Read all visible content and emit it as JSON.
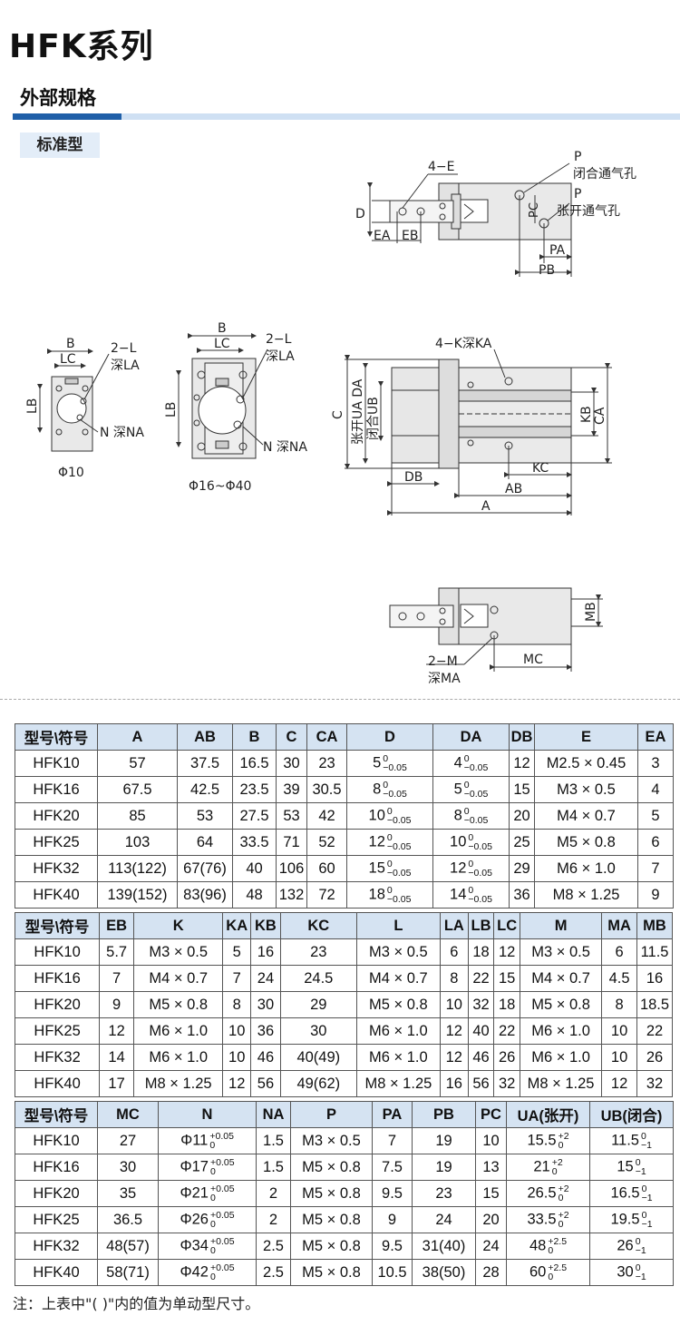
{
  "header": {
    "title": "HFK系列",
    "section": "外部规格",
    "subtitle": "标准型",
    "accent_color": "#1f5fa8",
    "header_bg": "#d5e3f2"
  },
  "drawing": {
    "labels": {
      "d4E": "4−E",
      "D": "D",
      "EA": "EA",
      "EB": "EB",
      "P1": "P",
      "closeVent": "闭合通气孔",
      "P2": "P",
      "openVent": "张开通气孔",
      "PC": "PC",
      "PA": "PA",
      "PB": "PB",
      "B1": "B",
      "LC1": "LC",
      "L2a": "2−L",
      "LA1": "深LA",
      "LB1": "LB",
      "NNA1": "N 深NA",
      "phi10": "Φ10",
      "B2": "B",
      "LC2": "LC",
      "L2b": "2−L",
      "LA2": "深LA",
      "LB2": "LB",
      "NNA2": "N 深NA",
      "phi16_40": "Φ16~Φ40",
      "K4": "4−K深KA",
      "C": "C",
      "UADA": "张开UA DA",
      "UB": "闭合UB",
      "KB": "KB",
      "CA": "CA",
      "DB": "DB",
      "KC": "KC",
      "AB": "AB",
      "A": "A",
      "MB": "MB",
      "M2": "2−M",
      "MA": "深MA",
      "MC": "MC"
    }
  },
  "tables": [
    {
      "headers": [
        "型号\\符号",
        "A",
        "AB",
        "B",
        "C",
        "CA",
        "D",
        "DA",
        "DB",
        "E",
        "EA"
      ],
      "rows": [
        [
          "HFK10",
          "57",
          "37.5",
          "16.5",
          "30",
          "23",
          [
            "5",
            "0",
            "−0.05"
          ],
          [
            "4",
            "0",
            "−0.05"
          ],
          "12",
          "M2.5 × 0.45",
          "3"
        ],
        [
          "HFK16",
          "67.5",
          "42.5",
          "23.5",
          "39",
          "30.5",
          [
            "8",
            "0",
            "−0.05"
          ],
          [
            "5",
            "0",
            "−0.05"
          ],
          "15",
          "M3 × 0.5",
          "4"
        ],
        [
          "HFK20",
          "85",
          "53",
          "27.5",
          "53",
          "42",
          [
            "10",
            "0",
            "−0.05"
          ],
          [
            "8",
            "0",
            "−0.05"
          ],
          "20",
          "M4 × 0.7",
          "5"
        ],
        [
          "HFK25",
          "103",
          "64",
          "33.5",
          "71",
          "52",
          [
            "12",
            "0",
            "−0.05"
          ],
          [
            "10",
            "0",
            "−0.05"
          ],
          "25",
          "M5 × 0.8",
          "6"
        ],
        [
          "HFK32",
          "113(122)",
          "67(76)",
          "40",
          "106",
          "60",
          [
            "15",
            "0",
            "−0.05"
          ],
          [
            "12",
            "0",
            "−0.05"
          ],
          "29",
          "M6 × 1.0",
          "7"
        ],
        [
          "HFK40",
          "139(152)",
          "83(96)",
          "48",
          "132",
          "72",
          [
            "18",
            "0",
            "−0.05"
          ],
          [
            "14",
            "0",
            "−0.05"
          ],
          "36",
          "M8 × 1.25",
          "9"
        ]
      ]
    },
    {
      "headers": [
        "型号\\符号",
        "EB",
        "K",
        "KA",
        "KB",
        "KC",
        "L",
        "LA",
        "LB",
        "LC",
        "M",
        "MA",
        "MB"
      ],
      "rows": [
        [
          "HFK10",
          "5.7",
          "M3 × 0.5",
          "5",
          "16",
          "23",
          "M3 × 0.5",
          "6",
          "18",
          "12",
          "M3 × 0.5",
          "6",
          "11.5"
        ],
        [
          "HFK16",
          "7",
          "M4 × 0.7",
          "7",
          "24",
          "24.5",
          "M4 × 0.7",
          "8",
          "22",
          "15",
          "M4 × 0.7",
          "4.5",
          "16"
        ],
        [
          "HFK20",
          "9",
          "M5 × 0.8",
          "8",
          "30",
          "29",
          "M5 × 0.8",
          "10",
          "32",
          "18",
          "M5 × 0.8",
          "8",
          "18.5"
        ],
        [
          "HFK25",
          "12",
          "M6 × 1.0",
          "10",
          "36",
          "30",
          "M6 × 1.0",
          "12",
          "40",
          "22",
          "M6 × 1.0",
          "10",
          "22"
        ],
        [
          "HFK32",
          "14",
          "M6 × 1.0",
          "10",
          "46",
          "40(49)",
          "M6 × 1.0",
          "12",
          "46",
          "26",
          "M6 × 1.0",
          "10",
          "26"
        ],
        [
          "HFK40",
          "17",
          "M8 × 1.25",
          "12",
          "56",
          "49(62)",
          "M8 × 1.25",
          "16",
          "56",
          "32",
          "M8 × 1.25",
          "12",
          "32"
        ]
      ]
    },
    {
      "headers": [
        "型号\\符号",
        "MC",
        "N",
        "NA",
        "P",
        "PA",
        "PB",
        "PC",
        "UA(张开)",
        "UB(闭合)"
      ],
      "rows": [
        [
          "HFK10",
          "27",
          [
            "Φ11",
            "+0.05",
            "0"
          ],
          "1.5",
          "M3 × 0.5",
          "7",
          "19",
          "10",
          [
            "15.5",
            "+2",
            "0"
          ],
          [
            "11.5",
            "0",
            "−1"
          ]
        ],
        [
          "HFK16",
          "30",
          [
            "Φ17",
            "+0.05",
            "0"
          ],
          "1.5",
          "M5 × 0.8",
          "7.5",
          "19",
          "13",
          [
            "21",
            "+2",
            "0"
          ],
          [
            "15",
            "0",
            "−1"
          ]
        ],
        [
          "HFK20",
          "35",
          [
            "Φ21",
            "+0.05",
            "0"
          ],
          "2",
          "M5 × 0.8",
          "9.5",
          "23",
          "15",
          [
            "26.5",
            "+2",
            "0"
          ],
          [
            "16.5",
            "0",
            "−1"
          ]
        ],
        [
          "HFK25",
          "36.5",
          [
            "Φ26",
            "+0.05",
            "0"
          ],
          "2",
          "M5 × 0.8",
          "9",
          "24",
          "20",
          [
            "33.5",
            "+2",
            "0"
          ],
          [
            "19.5",
            "0",
            "−1"
          ]
        ],
        [
          "HFK32",
          "48(57)",
          [
            "Φ34",
            "+0.05",
            "0"
          ],
          "2.5",
          "M5 × 0.8",
          "9.5",
          "31(40)",
          "24",
          [
            "48",
            "+2.5",
            "0"
          ],
          [
            "26",
            "0",
            "−1"
          ]
        ],
        [
          "HFK40",
          "58(71)",
          [
            "Φ42",
            "+0.05",
            "0"
          ],
          "2.5",
          "M5 × 0.8",
          "10.5",
          "38(50)",
          "28",
          [
            "60",
            "+2.5",
            "0"
          ],
          [
            "30",
            "0",
            "−1"
          ]
        ]
      ]
    }
  ],
  "note": "注：上表中\"( )\"内的值为单动型尺寸。"
}
